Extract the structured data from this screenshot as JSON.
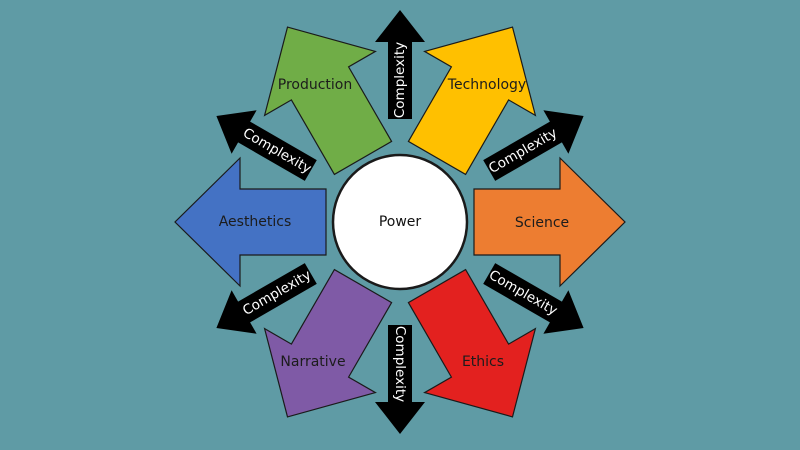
{
  "diagram": {
    "center_label": "Power",
    "domains": [
      {
        "label": "Science",
        "color": "#ed7d31"
      },
      {
        "label": "Technology",
        "color": "#ffc000"
      },
      {
        "label": "Production",
        "color": "#70ad47"
      },
      {
        "label": "Aesthetics",
        "color": "#4472c4"
      },
      {
        "label": "Narrative",
        "color": "#7f5aa6"
      },
      {
        "label": "Ethics",
        "color": "#e3211f"
      }
    ],
    "complexity_arrows": [
      {
        "label": "Complexity"
      },
      {
        "label": "Complexity"
      },
      {
        "label": "Complexity"
      },
      {
        "label": "Complexity"
      },
      {
        "label": "Complexity"
      },
      {
        "label": "Complexity"
      }
    ],
    "background_color": "#5f9ba5"
  }
}
